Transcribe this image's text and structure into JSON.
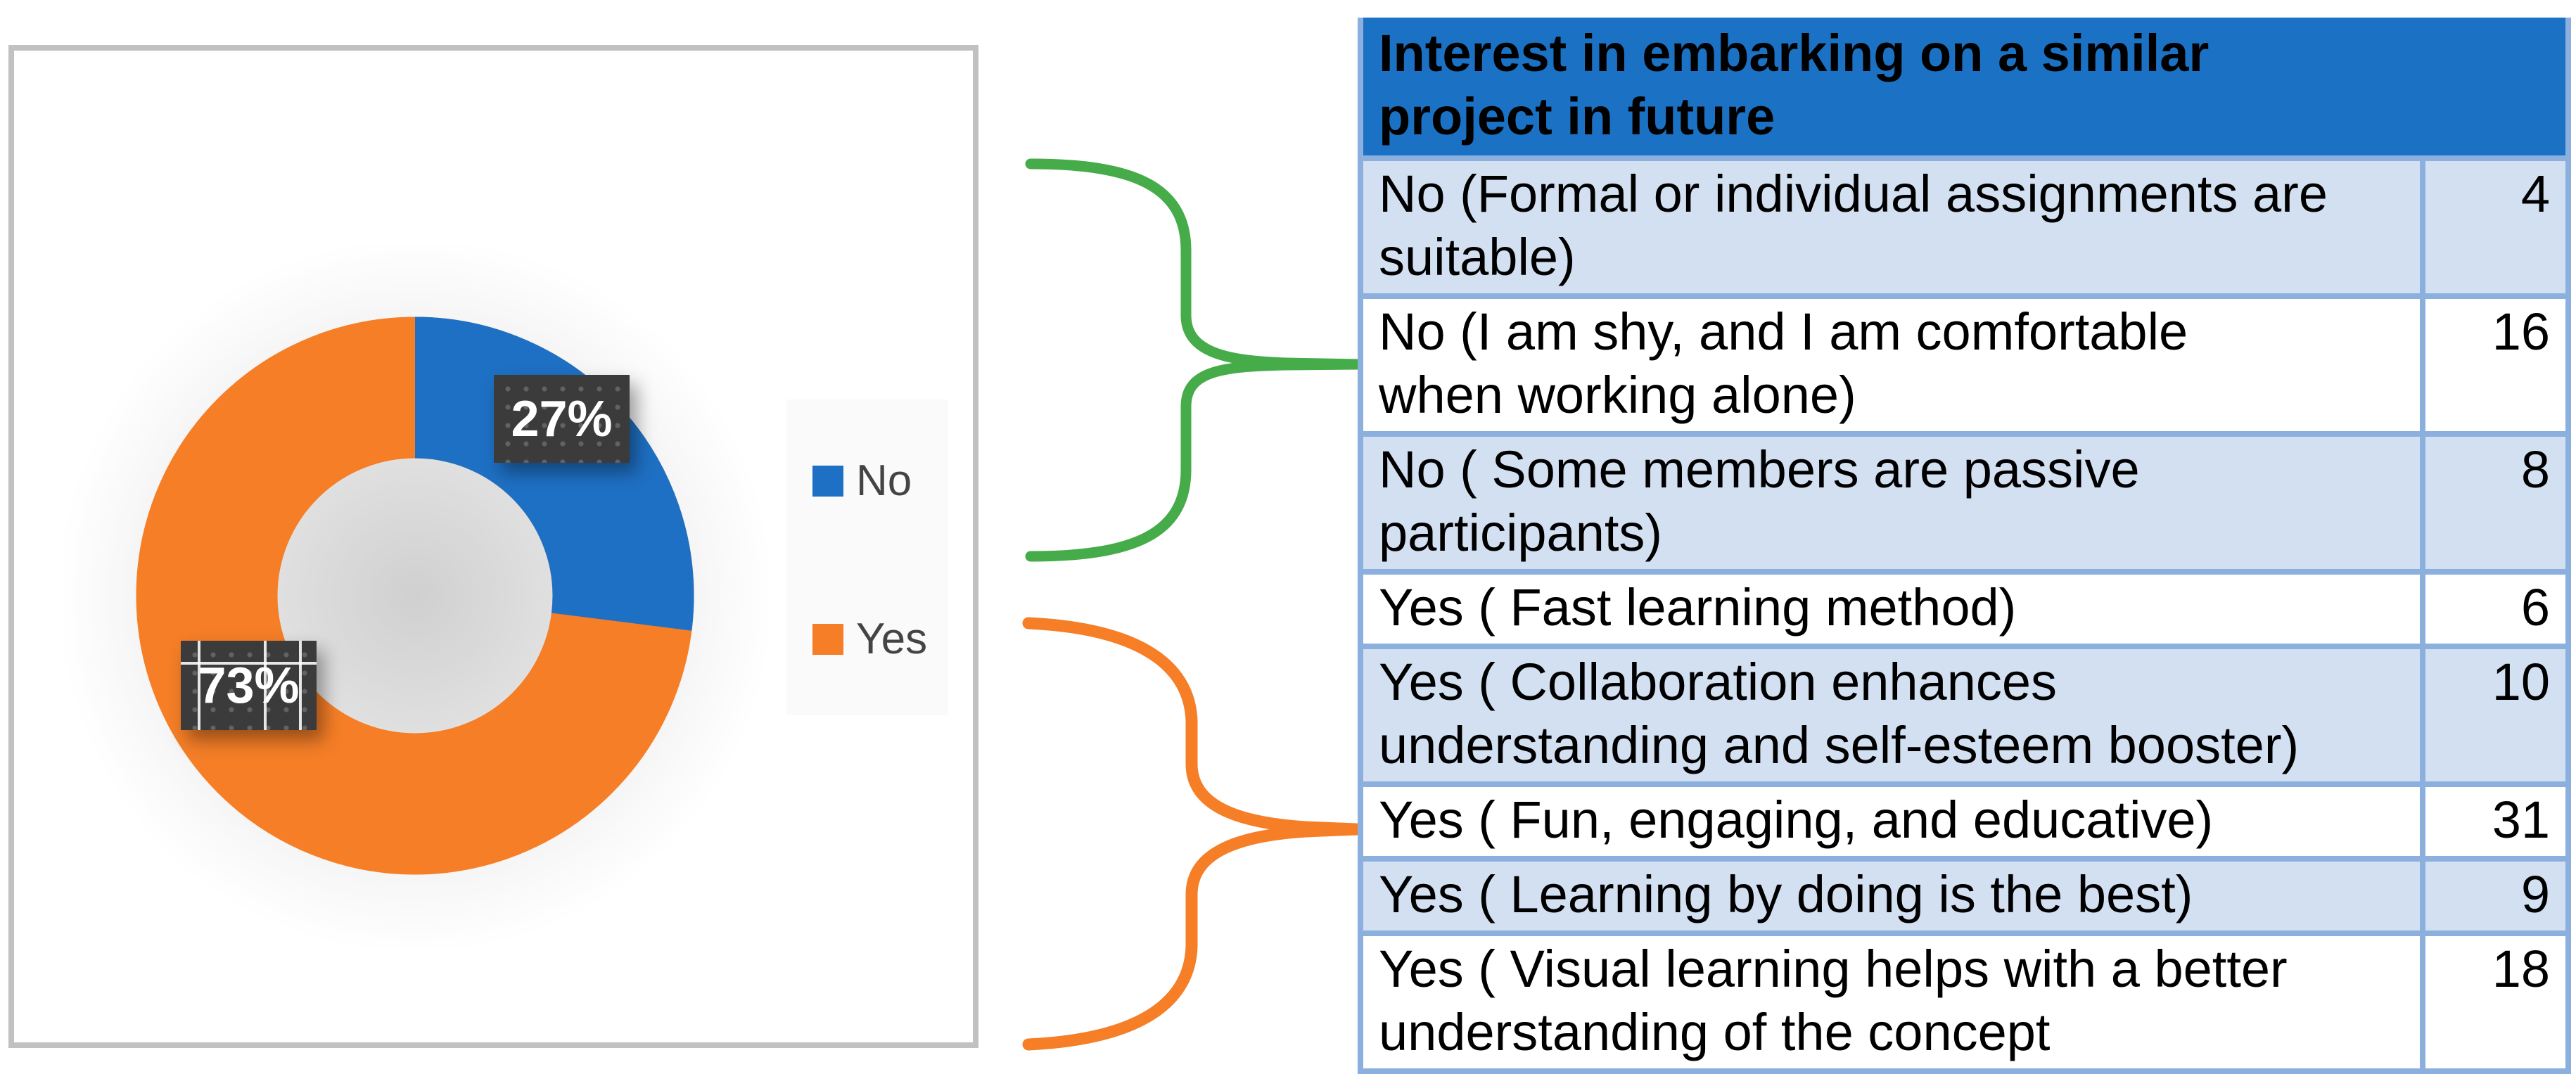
{
  "chart_data": [
    {
      "type": "pie",
      "subtype": "donut",
      "title": "",
      "labels": [
        "No",
        "Yes"
      ],
      "values": [
        27,
        73
      ],
      "unit": "%",
      "data_labels": [
        "27%",
        "73%"
      ],
      "colors": [
        "#1E70C4",
        "#F57E27"
      ],
      "legend_position": "right",
      "start_angle_deg": 0,
      "direction": "clockwise",
      "hole_ratio": 0.49
    },
    {
      "type": "table",
      "title": "Interest in embarking on a similar\nproject in future",
      "rows": [
        {
          "label": "No (Formal or individual assignments are\nsuitable)",
          "count": 4
        },
        {
          "label": "No (I am shy, and I am comfortable\nwhen working alone)",
          "count": 16
        },
        {
          "label": "No ( Some members are passive\nparticipants)",
          "count": 8
        },
        {
          "label": "Yes ( Fast learning method)",
          "count": 6
        },
        {
          "label": "Yes ( Collaboration enhances\nunderstanding and self-esteem booster)",
          "count": 10
        },
        {
          "label": "Yes ( Fun, engaging, and educative)",
          "count": 31
        },
        {
          "label": "Yes ( Learning by doing is the best)",
          "count": 9
        },
        {
          "label": "Yes ( Visual learning helps with a better\nunderstanding of the concept",
          "count": 18
        }
      ]
    }
  ],
  "braces": {
    "no_group_color": "#45AC49",
    "yes_group_color": "#F57E27"
  },
  "style_colors": {
    "header_fill": "#1B72C4",
    "band_fill": "#D3E0F2",
    "grid_line": "#8CB0DE",
    "label_box_fill": "#3B3B3B",
    "label_text": "#FFFFFF",
    "legend_text": "#444444",
    "frame_border": "#C1C1C1"
  }
}
